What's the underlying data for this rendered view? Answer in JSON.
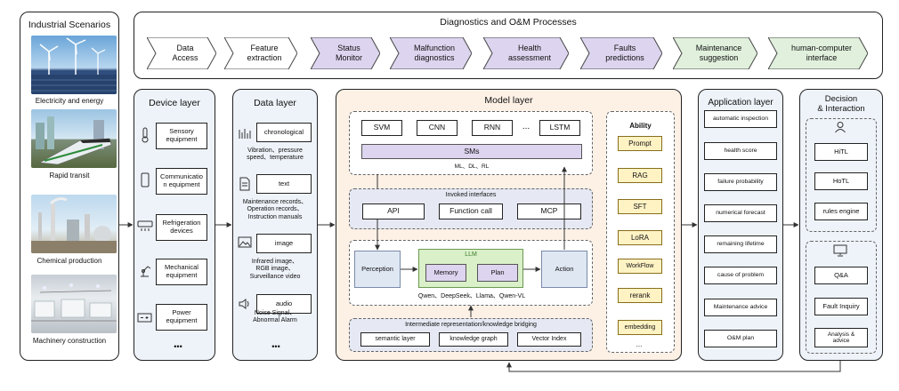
{
  "industrial": {
    "title": "Industrial Scenarios",
    "items": [
      "Electricity and energy",
      "Rapid transit",
      "Chemical production",
      "Machinery construction"
    ]
  },
  "processes": {
    "title": "Diagnostics and O&M Processes",
    "steps": [
      {
        "label": "Data\nAccess",
        "color": "#ffffff"
      },
      {
        "label": "Feature\nextraction",
        "color": "#ffffff"
      },
      {
        "label": "Status\nMonitor",
        "color": "#ddd4ef"
      },
      {
        "label": "Malfunction\ndiagnostics",
        "color": "#ddd4ef"
      },
      {
        "label": "Health\nassessment",
        "color": "#ddd4ef"
      },
      {
        "label": "Faults\npredictions",
        "color": "#ddd4ef"
      },
      {
        "label": "Maintenance\nsuggestion",
        "color": "#e0f0dc"
      },
      {
        "label": "human-computer\ninterface",
        "color": "#e0f0dc"
      }
    ]
  },
  "device": {
    "title": "Device layer",
    "items": [
      "Sensory\nequipment",
      "Communicatio\nn equipment",
      "Refrigeration\ndevices",
      "Mechanical\nequipment",
      "Power\nequipment"
    ],
    "more": "•••"
  },
  "data_layer": {
    "title": "Data layer",
    "items": [
      {
        "label": "chronological",
        "caption": "Vibration、pressure\nspeed、temperature"
      },
      {
        "label": "text",
        "caption": "Maintenance records、\nOperation records、\nInstruction manuals"
      },
      {
        "label": "image",
        "caption": "Infrared image、\nRGB image、\nSurveillance video"
      },
      {
        "label": "audio",
        "caption": "Noise Signal、\nAbnormal Alarm"
      }
    ],
    "more": "•••"
  },
  "model": {
    "title": "Model layer",
    "algos": [
      "SVM",
      "CNN",
      "RNN",
      "LSTM"
    ],
    "ellipsis": "...",
    "sms": "SMs",
    "ml_caption": "ML、DL、RL",
    "invoked_title": "Invoked interfaces",
    "interfaces": [
      "API",
      "Function call",
      "MCP"
    ],
    "perception": "Perception",
    "llm": "LLM",
    "memory": "Memory",
    "plan": "Plan",
    "action": "Action",
    "llm_caption": "Qwen、DeepSeek、Llama、Qwen-VL",
    "intermediate_title": "Intermediate representation/knowledge bridging",
    "bridges": [
      "semantic layer",
      "knowledge graph",
      "Vector Index"
    ],
    "ability_title": "Ability",
    "abilities": [
      "Prompt",
      "RAG",
      "SFT",
      "LoRA",
      "WorkFlow",
      "rerank",
      "embedding"
    ],
    "ability_more": "..."
  },
  "application": {
    "title": "Application layer",
    "items": [
      "automatic inspection",
      "health score",
      "failure probability",
      "numerical forecast",
      "remaining lifetime",
      "cause of problem",
      "Maintenance advice",
      "O&M plan"
    ]
  },
  "decision": {
    "title": "Decision\n& Interaction",
    "group1": [
      "HiTL",
      "HoTL",
      "rules engine"
    ],
    "group2": [
      "Q&A",
      "Fault Inquiry",
      "Analysis &\nadvice"
    ]
  },
  "colors": {
    "panel_blue": "#eef3f9",
    "model_bg": "#fdf1e6",
    "purple": "#ddd4ef",
    "green": "#e0f0dc",
    "ability_yellow": "#fff3c4",
    "llm_green": "#d9f0c8"
  }
}
